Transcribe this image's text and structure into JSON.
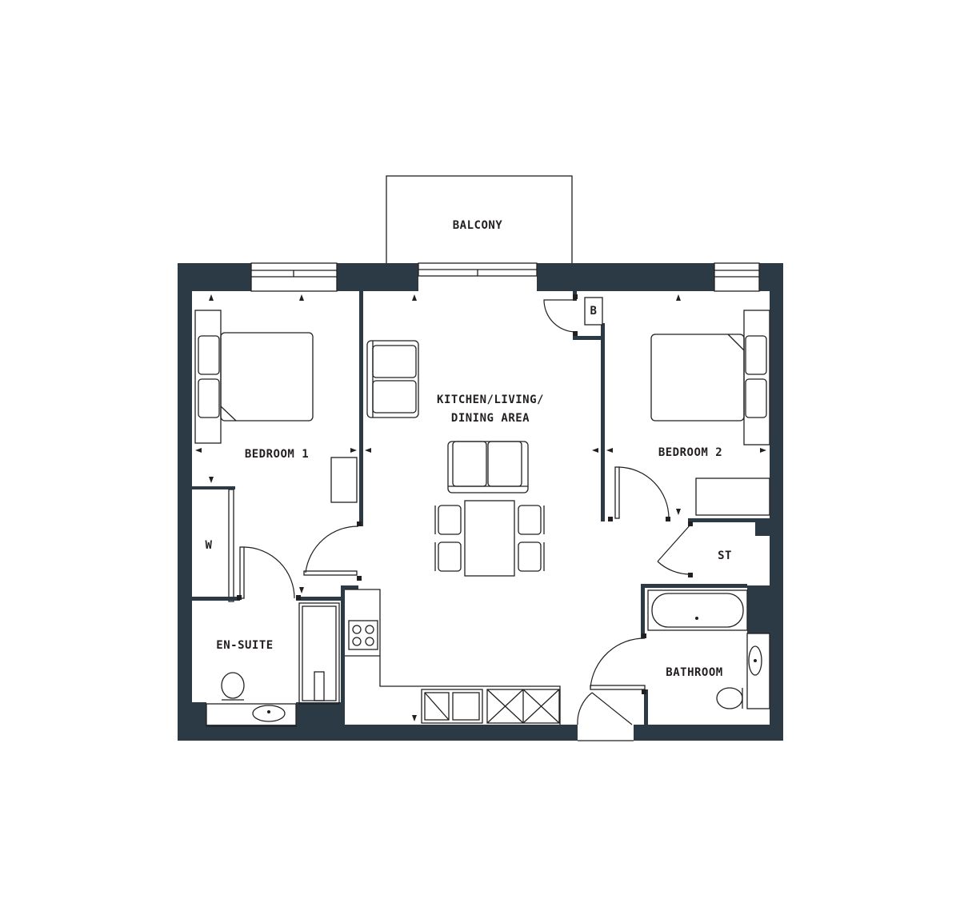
{
  "rooms": {
    "balcony": "BALCONY",
    "kitchen_line1": "KITCHEN/LIVING/",
    "kitchen_line2": "DINING AREA",
    "bedroom1": "BEDROOM 1",
    "bedroom2": "BEDROOM 2",
    "wardrobe": "W",
    "ensuite": "EN-SUITE",
    "boiler": "B",
    "store": "ST",
    "bathroom": "BATHROOM"
  },
  "colors": {
    "wall": "#2b3a44",
    "line": "#231f20",
    "background": "#ffffff"
  }
}
